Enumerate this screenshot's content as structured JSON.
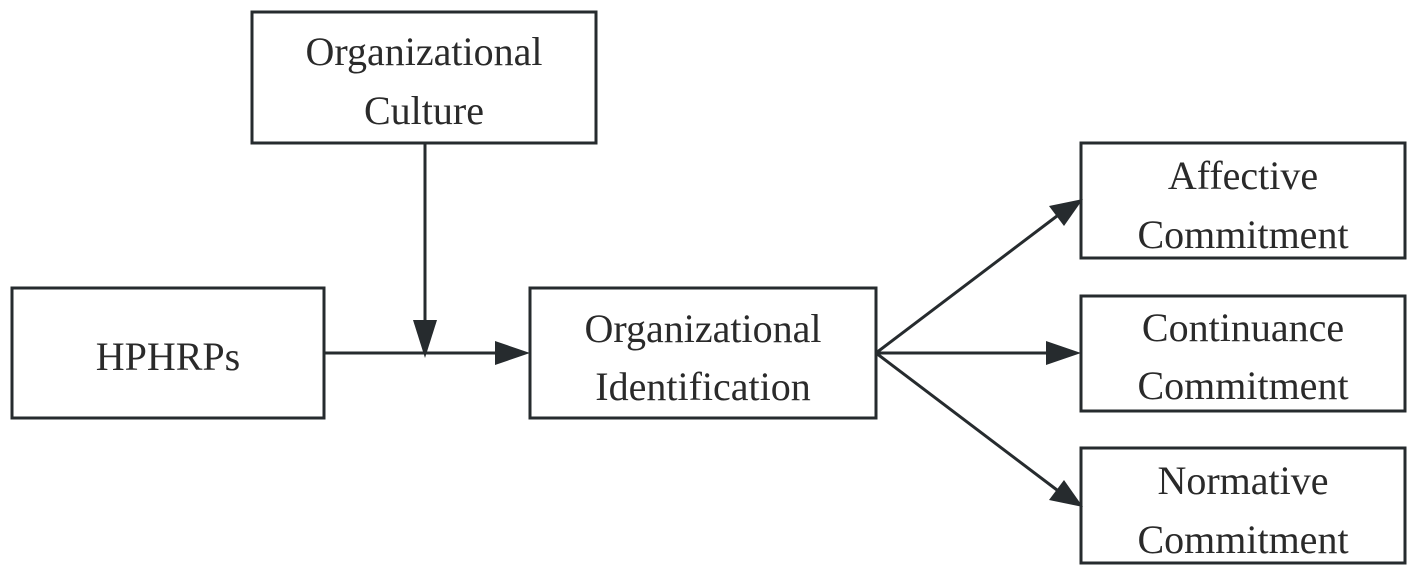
{
  "nodes": {
    "culture": {
      "line1": "Organizational",
      "line2": "Culture"
    },
    "hphrps": {
      "line1": "HPHRPs"
    },
    "identification": {
      "line1": "Organizational",
      "line2": "Identification"
    },
    "affective": {
      "line1": "Affective",
      "line2": "Commitment"
    },
    "continuance": {
      "line1": "Continuance",
      "line2": "Commitment"
    },
    "normative": {
      "line1": "Normative",
      "line2": "Commitment"
    }
  },
  "colors": {
    "stroke": "#262b2e",
    "text": "#2a2a2a",
    "background": "#ffffff"
  }
}
